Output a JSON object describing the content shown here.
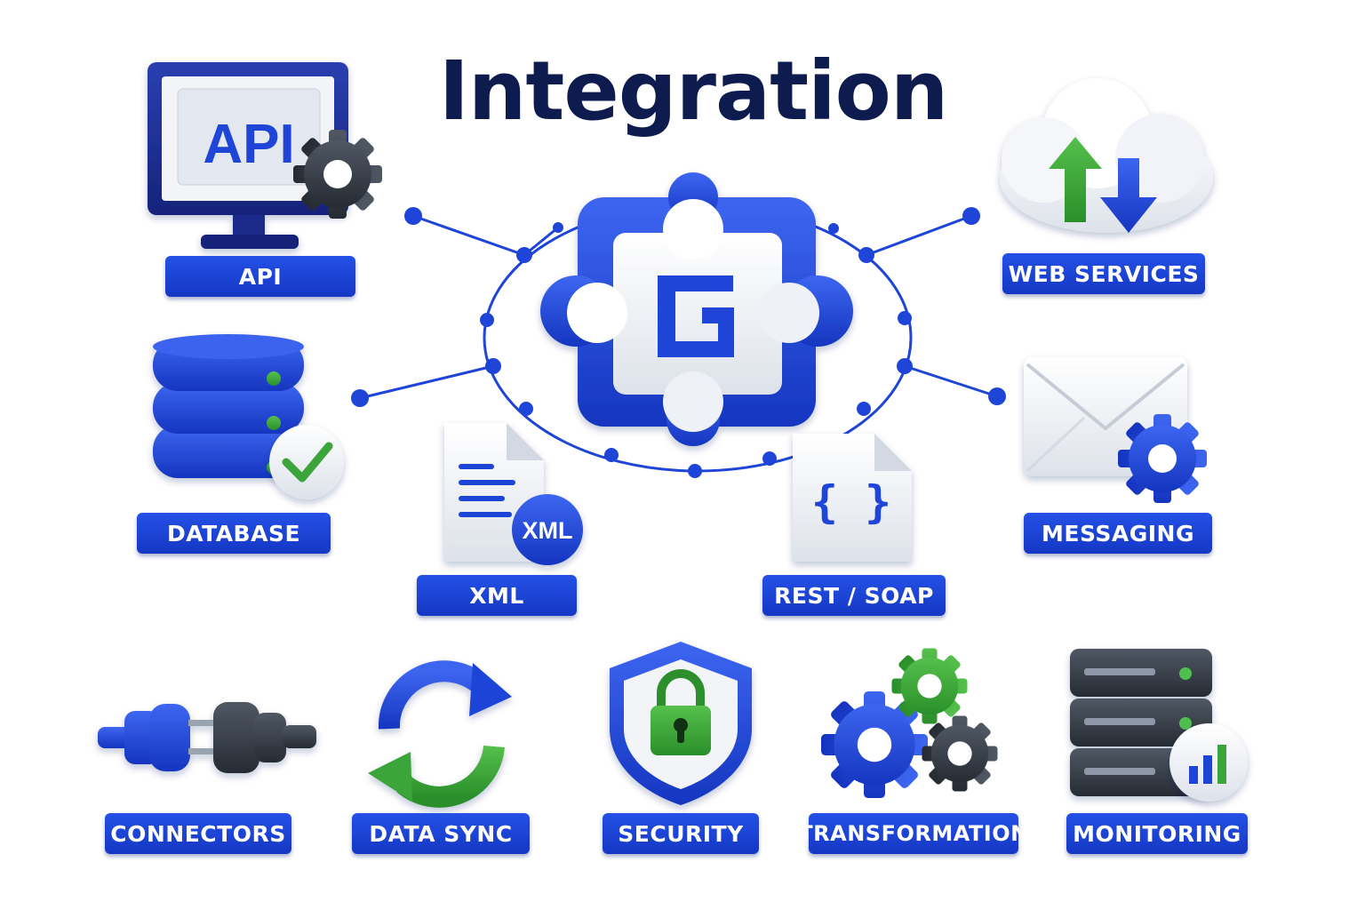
{
  "title": "Integration",
  "center": {
    "glyph": "G"
  },
  "api": {
    "screen_text": "API",
    "label": "API"
  },
  "web_services": {
    "label": "WEB SERVICES"
  },
  "database": {
    "label": "DATABASE"
  },
  "messaging": {
    "label": "MESSAGING"
  },
  "xml": {
    "badge_text": "XML",
    "label": "XML"
  },
  "rest_soap": {
    "doc_text": "{ }",
    "label": "REST / SOAP"
  },
  "connectors": {
    "label": "CONNECTORS"
  },
  "data_sync": {
    "label": "DATA SYNC"
  },
  "security": {
    "label": "SECURITY"
  },
  "transformation": {
    "label": "TRANSFORMATION"
  },
  "monitoring": {
    "label": "MONITORING"
  },
  "colors": {
    "primary_blue": "#1f45d8",
    "dark_navy": "#0d1b4f",
    "accent_green": "#3aa53a",
    "dark_gray": "#2f3540",
    "white": "#ffffff"
  }
}
